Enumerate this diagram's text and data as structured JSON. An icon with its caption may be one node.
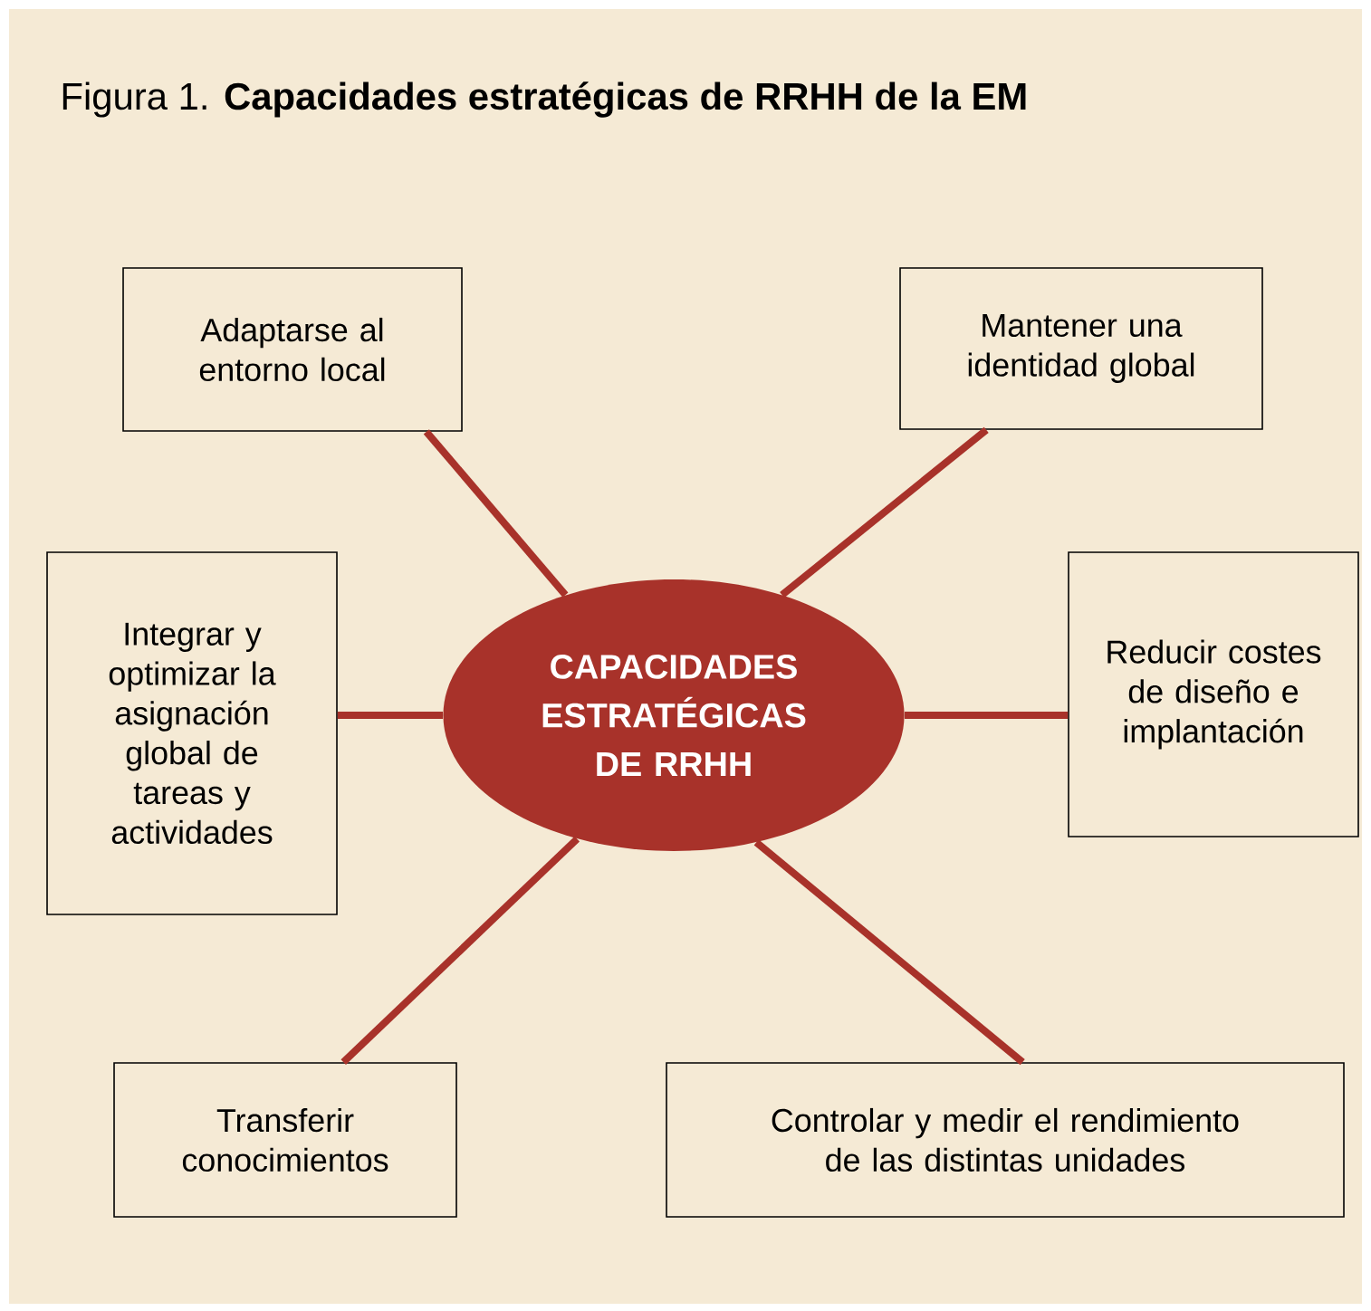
{
  "diagram": {
    "title": "Figura 1. **Capacidades estratégicas de RRHH de la EM**",
    "nodes": [
      {
        "text": [
          "CAPACIDADES ESTRATÉGICAS DE RRHH"
        ]
      },
      {
        "text": [
          "Adaptarse al entorno local"
        ]
      },
      {
        "text": [
          "Mantener una identidad global"
        ]
      },
      {
        "text": [
          "Integrar y optimizar la asignación global de tareas y actividades"
        ]
      },
      {
        "text": [
          "Reducir costes de diseño e implantación"
        ]
      },
      {
        "text": [
          "Transferir conocimientos"
        ]
      },
      {
        "text": [
          "Controlar y medir el rendimiento de las distintas unidades"
        ]
      }
    ],
    "edges": [
      {
        "from": 0,
        "to": 1,
        "arrow": "none"
      },
      {
        "from": 0,
        "to": 2,
        "arrow": "none"
      },
      {
        "from": 0,
        "to": 3,
        "arrow": "none"
      },
      {
        "from": 0,
        "to": 4,
        "arrow": "none"
      },
      {
        "from": 0,
        "to": 5,
        "arrow": "none"
      },
      {
        "from": 0,
        "to": 6,
        "arrow": "none"
      }
    ]
  }
}
